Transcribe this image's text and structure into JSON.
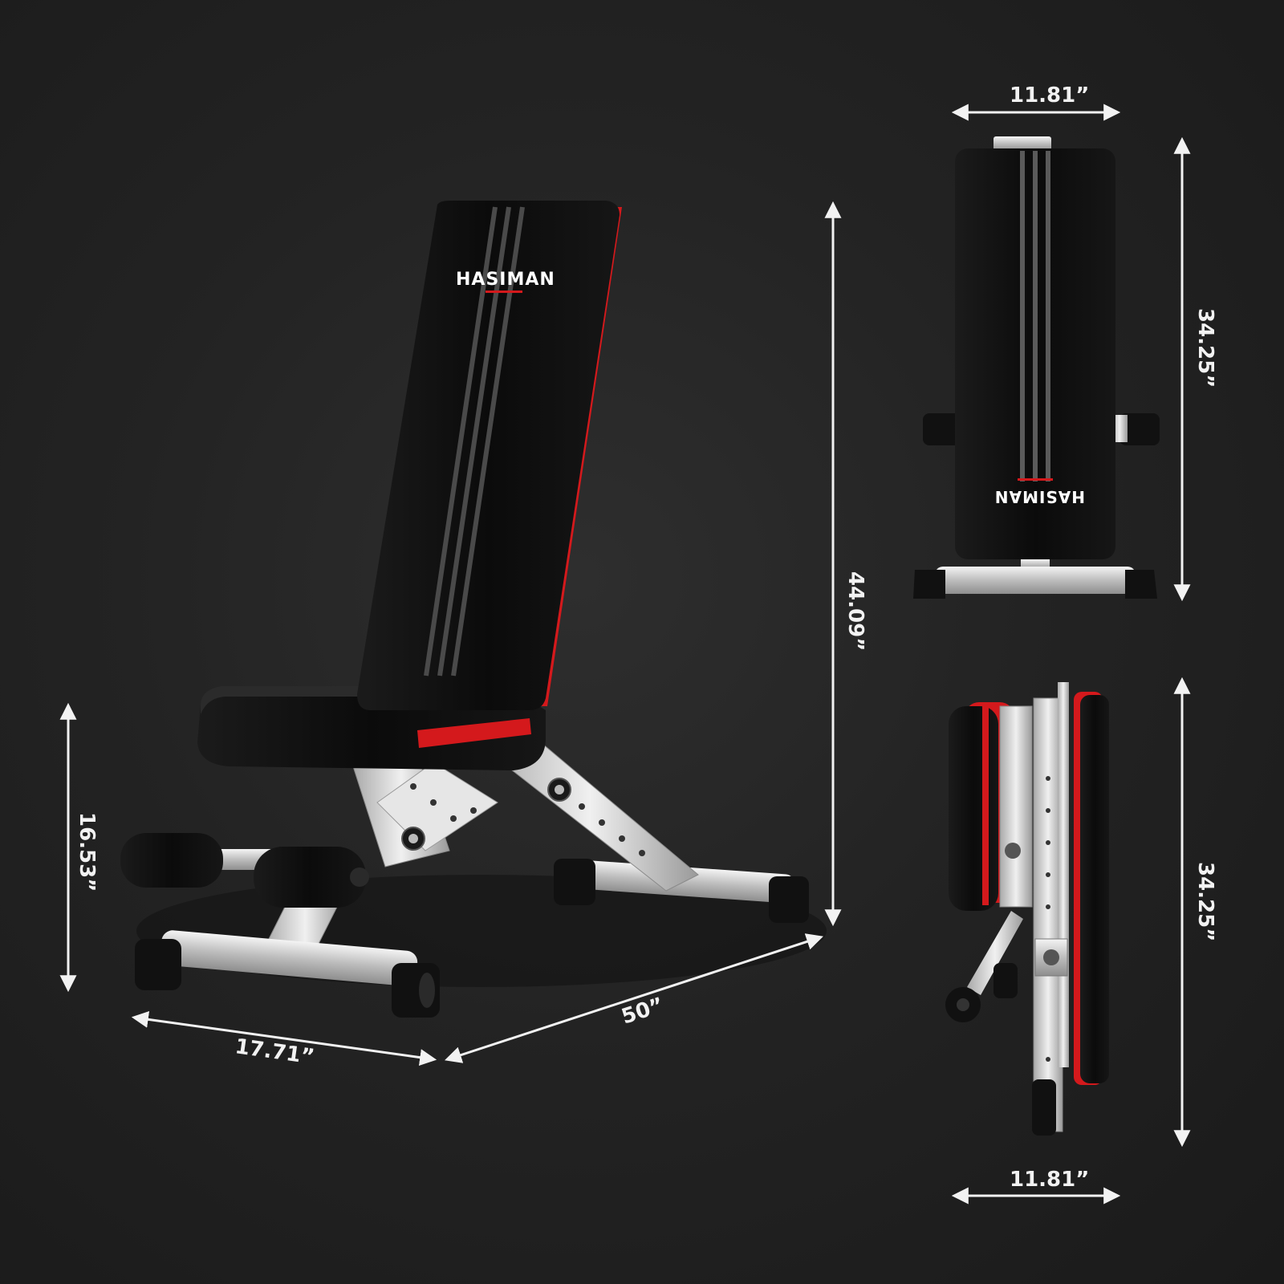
{
  "brand": "HASIMAN",
  "dimensions": {
    "main_height": "44.09”",
    "main_seat_height": "16.53”",
    "main_width": "17.71”",
    "main_length": "50”",
    "front_width": "11.81”",
    "front_height": "34.25”",
    "folded_height": "34.25”",
    "folded_width": "11.81”"
  },
  "colors": {
    "background": "#232323",
    "pad": "#0d0d0d",
    "accent_red": "#d4191c",
    "frame_silver": "#d9d9d9",
    "text": "#f2f2f2"
  }
}
